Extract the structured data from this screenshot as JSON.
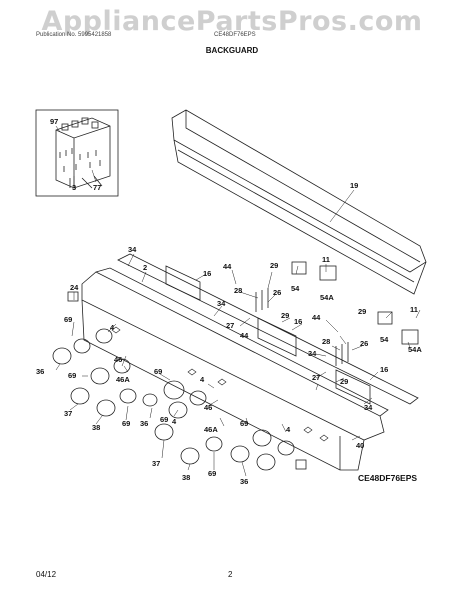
{
  "watermark": "AppliancePartsPros.com",
  "header": {
    "left": "Publication No. 5995421858",
    "right": "CE48DF76EPS"
  },
  "title": "BACKGUARD",
  "model_code": "CE48DF76EPS",
  "footer": {
    "date": "04/12",
    "page": "2"
  },
  "callouts": [
    {
      "id": "c97",
      "text": "97"
    },
    {
      "id": "c3",
      "text": "3"
    },
    {
      "id": "c77",
      "text": "77"
    },
    {
      "id": "c19",
      "text": "19"
    },
    {
      "id": "c34a",
      "text": "34"
    },
    {
      "id": "c2",
      "text": "2"
    },
    {
      "id": "c16a",
      "text": "16"
    },
    {
      "id": "c44a",
      "text": "44"
    },
    {
      "id": "c29a",
      "text": "29"
    },
    {
      "id": "c11a",
      "text": "11"
    },
    {
      "id": "c24",
      "text": "24"
    },
    {
      "id": "c28a",
      "text": "28"
    },
    {
      "id": "c26a",
      "text": "26"
    },
    {
      "id": "c54a",
      "text": "54"
    },
    {
      "id": "c54Aa",
      "text": "54A"
    },
    {
      "id": "c34b",
      "text": "34"
    },
    {
      "id": "c27a",
      "text": "27"
    },
    {
      "id": "c29b",
      "text": "29"
    },
    {
      "id": "c16b",
      "text": "16"
    },
    {
      "id": "c69a",
      "text": "69"
    },
    {
      "id": "c4a",
      "text": "4"
    },
    {
      "id": "c44b",
      "text": "44"
    },
    {
      "id": "c44c",
      "text": "44"
    },
    {
      "id": "c29c",
      "text": "29"
    },
    {
      "id": "c11b",
      "text": "11"
    },
    {
      "id": "c36a",
      "text": "36"
    },
    {
      "id": "c46a",
      "text": "46"
    },
    {
      "id": "c28b",
      "text": "28"
    },
    {
      "id": "c54b",
      "text": "54"
    },
    {
      "id": "c26b",
      "text": "26"
    },
    {
      "id": "c54Ab",
      "text": "54A"
    },
    {
      "id": "c69b",
      "text": "69"
    },
    {
      "id": "c46Aa",
      "text": "46A"
    },
    {
      "id": "c69c",
      "text": "69"
    },
    {
      "id": "c34c",
      "text": "34"
    },
    {
      "id": "c27b",
      "text": "27"
    },
    {
      "id": "c29d",
      "text": "29"
    },
    {
      "id": "c16c",
      "text": "16"
    },
    {
      "id": "c37a",
      "text": "37"
    },
    {
      "id": "c4b",
      "text": "4"
    },
    {
      "id": "c34d",
      "text": "34"
    },
    {
      "id": "c38a",
      "text": "38"
    },
    {
      "id": "c69d",
      "text": "69"
    },
    {
      "id": "c36b",
      "text": "36"
    },
    {
      "id": "c69e",
      "text": "69"
    },
    {
      "id": "c4c",
      "text": "4"
    },
    {
      "id": "c46b",
      "text": "46"
    },
    {
      "id": "c46Ab",
      "text": "46A"
    },
    {
      "id": "c69f",
      "text": "69"
    },
    {
      "id": "c4d",
      "text": "4"
    },
    {
      "id": "c40",
      "text": "40"
    },
    {
      "id": "c37b",
      "text": "37"
    },
    {
      "id": "c36c",
      "text": "36"
    },
    {
      "id": "c38b",
      "text": "38"
    },
    {
      "id": "c69g",
      "text": "69"
    }
  ]
}
